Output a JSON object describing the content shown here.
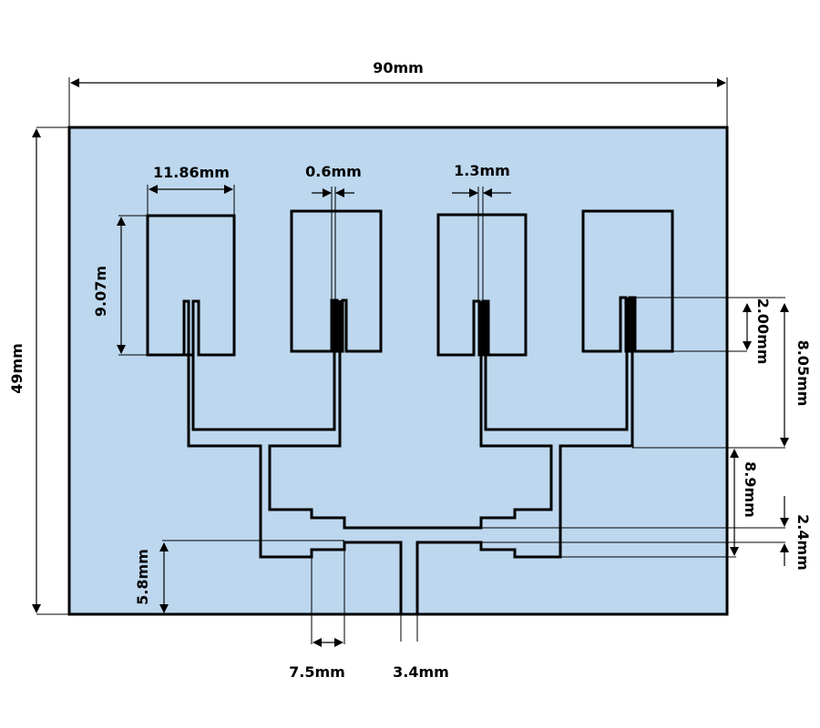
{
  "diagram": {
    "title": "Four-element patch antenna array with corporate feed network",
    "board": {
      "width_label": "90mm",
      "height_label": "49mm",
      "fill_color": "#bdd7ee"
    },
    "patch_count": 4,
    "dimensions": {
      "board_width": "90mm",
      "board_height": "49mm",
      "patch_width": "11.86mm",
      "patch_height": "9.07m",
      "inset_gap": "0.6mm",
      "feed_line_width": "1.3mm",
      "inset_depth": "2.00mm",
      "feed_vertical_1": "8.05mm",
      "feed_vertical_2": "8.9mm",
      "feed_step": "2.4mm",
      "feed_height_from_edge": "5.8mm",
      "transformer_length": "7.5mm",
      "input_line_width": "3.4mm"
    }
  }
}
